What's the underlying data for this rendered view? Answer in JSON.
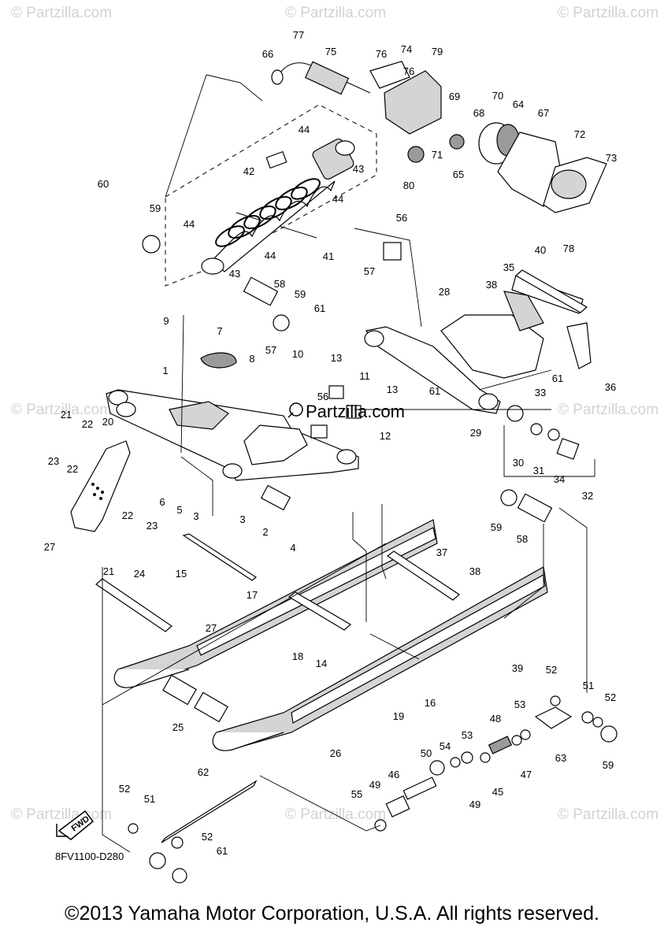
{
  "watermark": "© Partzilla.com",
  "site_label": "Partzilla.com",
  "diagram_code": "8FV1100-D280",
  "fwd_label": "FWD",
  "copyright": "©2013 Yamaha Motor Corporation, U.S.A. All rights reserved.",
  "callouts": [
    "1",
    "2",
    "3",
    "3",
    "4",
    "5",
    "6",
    "7",
    "8",
    "9",
    "10",
    "11",
    "12",
    "13",
    "13",
    "14",
    "15",
    "16",
    "17",
    "18",
    "19",
    "20",
    "21",
    "21",
    "22",
    "22",
    "22",
    "23",
    "23",
    "24",
    "25",
    "25",
    "26",
    "27",
    "27",
    "28",
    "29",
    "30",
    "31",
    "32",
    "33",
    "34",
    "35",
    "36",
    "37",
    "38",
    "38",
    "39",
    "40",
    "41",
    "42",
    "43",
    "43",
    "44",
    "44",
    "44",
    "44",
    "45",
    "46",
    "47",
    "48",
    "49",
    "49",
    "50",
    "51",
    "51",
    "52",
    "52",
    "52",
    "52",
    "53",
    "53",
    "54",
    "55",
    "56",
    "56",
    "57",
    "57",
    "58",
    "58",
    "59",
    "59",
    "59",
    "59",
    "60",
    "61",
    "61",
    "61",
    "61",
    "62",
    "63",
    "64",
    "65",
    "66",
    "67",
    "68",
    "69",
    "70",
    "71",
    "72",
    "73",
    "74",
    "75",
    "76",
    "76",
    "77",
    "78",
    "79",
    "80"
  ]
}
